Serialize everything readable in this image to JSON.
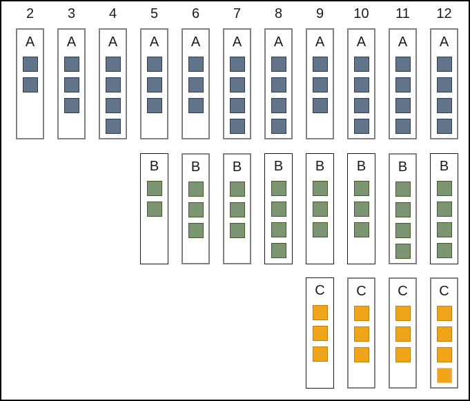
{
  "diagram": {
    "description": "Grid of vertical well boxes per column, columns 2-12, three stacked group rows A, B, C with colored sample squares",
    "background": "#ffffff",
    "frame_border_color": "#000000",
    "colors": {
      "a_square_fill": "#627489",
      "a_square_border": "#2F3B50",
      "b_square_fill": "#7B9472",
      "b_square_border": "#455928",
      "c_square_fill": "#F0A419",
      "c_square_border": "#C07E03",
      "c_light_square_border": "#F4C277",
      "box_border_gray": "#808080",
      "box_border_black": "#1a1a1a",
      "text": "#1a1a1a"
    },
    "column_headers": [
      "2",
      "3",
      "4",
      "5",
      "6",
      "7",
      "8",
      "9",
      "10",
      "11",
      "12"
    ],
    "rows": [
      {
        "name": "A",
        "fill": "#627489",
        "square_border": "#2F3B50",
        "boxes": [
          {
            "column": "2",
            "label": "A",
            "count": 2,
            "border": "gray"
          },
          {
            "column": "3",
            "label": "A",
            "count": 3,
            "border": "gray"
          },
          {
            "column": "4",
            "label": "A",
            "count": 4,
            "border": "gray"
          },
          {
            "column": "5",
            "label": "A",
            "count": 3,
            "border": "gray"
          },
          {
            "column": "6",
            "label": "A",
            "count": 3,
            "border": "gray"
          },
          {
            "column": "7",
            "label": "A",
            "count": 4,
            "border": "gray"
          },
          {
            "column": "8",
            "label": "A",
            "count": 4,
            "border": "gray"
          },
          {
            "column": "9",
            "label": "A",
            "count": 3,
            "border": "gray"
          },
          {
            "column": "10",
            "label": "A",
            "count": 4,
            "border": "gray"
          },
          {
            "column": "11",
            "label": "A",
            "count": 4,
            "border": "gray"
          },
          {
            "column": "12",
            "label": "A",
            "count": 4,
            "border": "gray"
          }
        ]
      },
      {
        "name": "B",
        "fill": "#7B9472",
        "square_border": "#455928",
        "boxes": [
          {
            "column": "5",
            "label": "B",
            "count": 2,
            "border": "black"
          },
          {
            "column": "6",
            "label": "B",
            "count": 3,
            "border": "gray"
          },
          {
            "column": "7",
            "label": "B",
            "count": 3,
            "border": "gray"
          },
          {
            "column": "8",
            "label": "B",
            "count": 4,
            "border": "black"
          },
          {
            "column": "9",
            "label": "B",
            "count": 3,
            "border": "black"
          },
          {
            "column": "10",
            "label": "B",
            "count": 3,
            "border": "black"
          },
          {
            "column": "11",
            "label": "B",
            "count": 4,
            "border": "gray"
          },
          {
            "column": "12",
            "label": "B",
            "count": 4,
            "border": "black"
          }
        ]
      },
      {
        "name": "C",
        "fill": "#F0A419",
        "square_border": "#C07E03",
        "boxes": [
          {
            "column": "9",
            "label": "C",
            "count": 3,
            "border": "black"
          },
          {
            "column": "10",
            "label": "C",
            "count": 3,
            "border": "gray"
          },
          {
            "column": "11",
            "label": "C",
            "count": 3,
            "border": "gray"
          },
          {
            "column": "12",
            "label": "C",
            "count": 4,
            "border": "gray",
            "light_last": true
          }
        ]
      }
    ]
  }
}
